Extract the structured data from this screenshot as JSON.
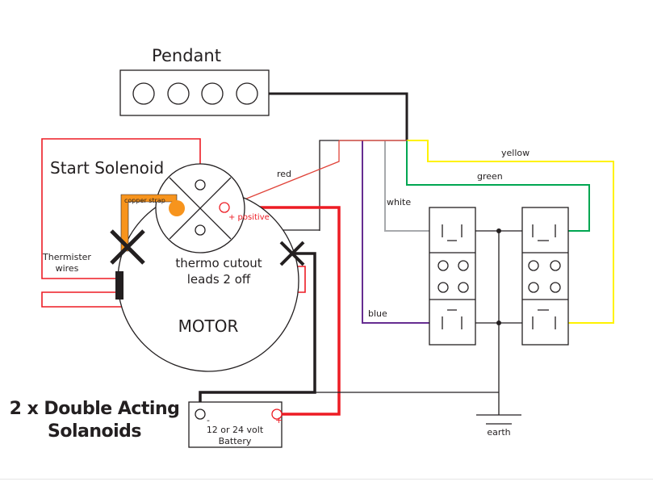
{
  "labels": {
    "pendant": "Pendant",
    "start_solenoid": "Start Solenoid",
    "copper_strap": "copper strap",
    "positive": "+ positive",
    "red": "red",
    "white": "white",
    "green": "green",
    "yellow": "yellow",
    "blue": "blue",
    "thermister_line1": "Thermister",
    "thermister_line2": "wires",
    "thermo_line1": "thermo cutout",
    "thermo_line2": "leads 2 off",
    "motor": "MOTOR",
    "title_line1": "2 x Double Acting",
    "title_line2": "Solanoids",
    "battery_line1": "12 or 24 volt",
    "battery_line2": "Battery",
    "battery_minus": "-",
    "battery_plus": "+",
    "earth": "earth"
  },
  "colors": {
    "black": "#231f20",
    "red": "#ed1c24",
    "thin_red": "#e0443a",
    "copper": "#f7941d",
    "grey": "#a7a9ac",
    "green": "#00a651",
    "yellow": "#fff200",
    "blue": "#662d91"
  }
}
